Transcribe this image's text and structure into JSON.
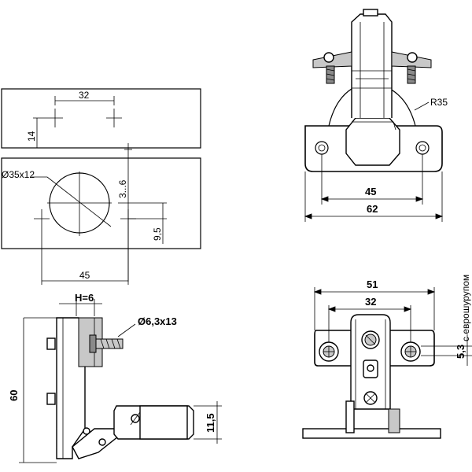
{
  "drilling_view": {
    "dim_holes_spacing": "32",
    "dim_hole_offset": "14",
    "cup_label": "Ø35x12",
    "dim_edge_gap": "3...6",
    "dim_cup_to_holes": "9,5",
    "dim_center_spacing": "45"
  },
  "side_view": {
    "dim_thickness": "H=6",
    "screw_label": "Ø6,3x13",
    "dim_height": "60",
    "dim_cup_depth": "11,5"
  },
  "top_view": {
    "dim_radius": "R35",
    "dim_inner": "45",
    "dim_outer": "62"
  },
  "plate_view": {
    "dim_outer": "51",
    "dim_inner": "32",
    "dim_offset": "5,3",
    "note_euro_screw": "с еврошурупом"
  }
}
